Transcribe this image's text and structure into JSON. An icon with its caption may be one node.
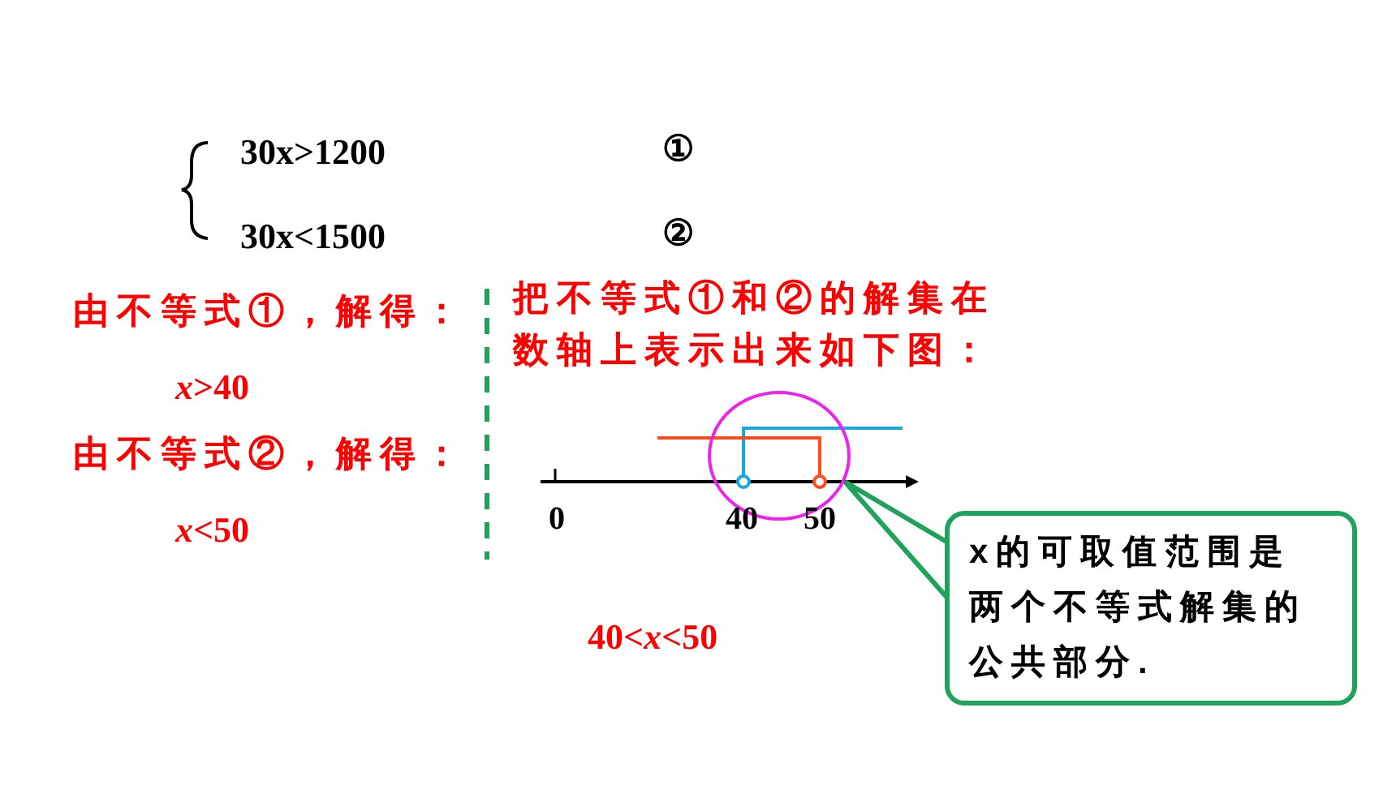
{
  "diagram": {
    "nodes": [
      {
        "text": [
          "x的可取值范围是两个不等式解集的公共部分."
        ]
      },
      {
        "text": [],
        "shape": "circle"
      }
    ],
    "edges": [
      {
        "from": 0,
        "to": 1,
        "arrow": "none",
        "color": "#1fa35a"
      }
    ],
    "labels": [
      "30x>1200",
      "①",
      "30x<1500",
      "②",
      "由不等式①，解得：",
      "*x*>40",
      "由不等式②，解得：",
      "*x*<50",
      "把不等式①和②的解集在数轴上表示出来如下图：",
      "0",
      "40",
      "50",
      "40<*x*<50"
    ]
  }
}
